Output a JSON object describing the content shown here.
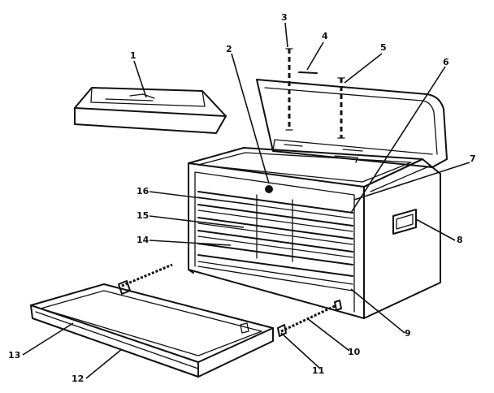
{
  "callouts": [
    {
      "id": "tray",
      "label": "1"
    },
    {
      "id": "lock",
      "label": "2"
    },
    {
      "id": "hinge-left",
      "label": "3"
    },
    {
      "id": "lid-stay",
      "label": "4"
    },
    {
      "id": "hinge-right",
      "label": "5"
    },
    {
      "id": "drawer-liner",
      "label": "6"
    },
    {
      "id": "chest-body",
      "label": "7"
    },
    {
      "id": "handle",
      "label": "8"
    },
    {
      "id": "bottom-drawer",
      "label": "9"
    },
    {
      "id": "slide-right",
      "label": "10"
    },
    {
      "id": "slide-clip",
      "label": "11"
    },
    {
      "id": "large-drawer",
      "label": "12"
    },
    {
      "id": "drawer-front-trim",
      "label": "13"
    },
    {
      "id": "drawer-a",
      "label": "14"
    },
    {
      "id": "drawer-b",
      "label": "15"
    },
    {
      "id": "drawer-c",
      "label": "16"
    }
  ]
}
